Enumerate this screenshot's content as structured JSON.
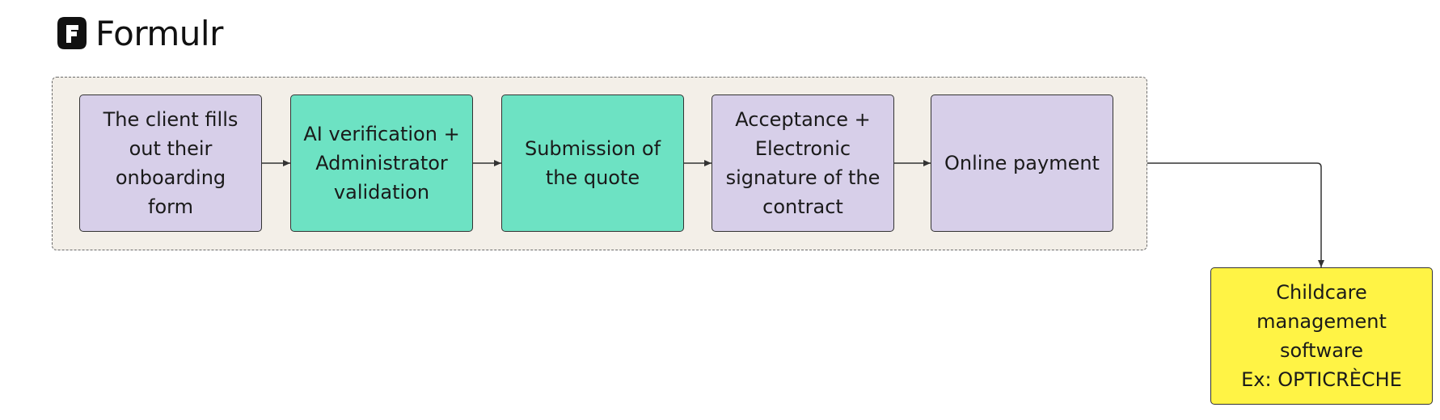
{
  "brand": {
    "name": "Formulr",
    "icon": "formulr-logo-icon"
  },
  "steps": [
    {
      "label": "The client fills\nout their\nonboarding\nform",
      "color": "#d7cfe9"
    },
    {
      "label": "AI verification +\nAdministrator\nvalidation",
      "color": "#6de2c3"
    },
    {
      "label": "Submission of\nthe quote",
      "color": "#6de2c3"
    },
    {
      "label": "Acceptance +\nElectronic\nsignature of the\ncontract",
      "color": "#d7cfe9"
    },
    {
      "label": "Online payment",
      "color": "#d7cfe9"
    }
  ],
  "destination": {
    "label": "Childcare\nmanagement\nsoftware\nEx: OPTICRÈCHE",
    "color": "#fff345"
  },
  "colors": {
    "group_background": "#f3efe8",
    "arrow": "#333333"
  }
}
